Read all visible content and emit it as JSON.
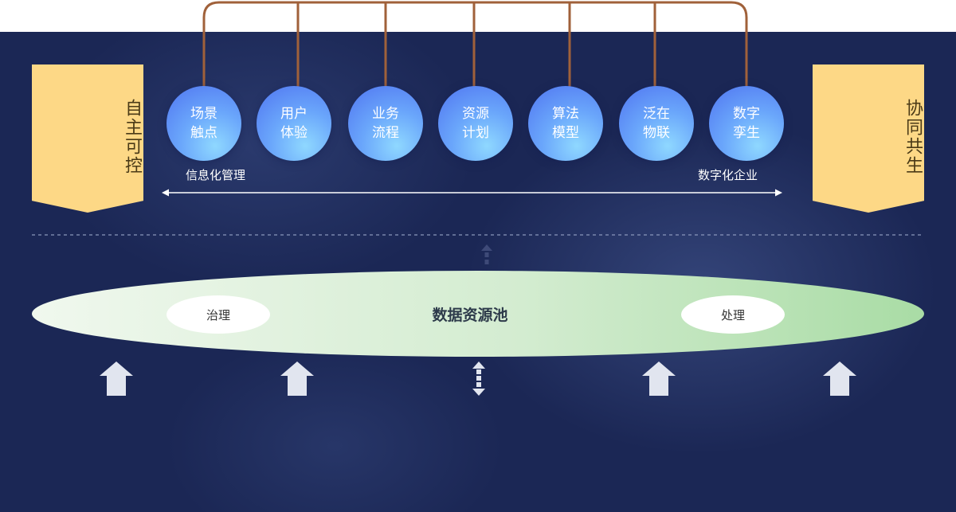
{
  "left_banner": {
    "text": "自主可控"
  },
  "right_banner": {
    "text": "协同共生"
  },
  "capabilities": [
    {
      "line1": "场景",
      "line2": "触点"
    },
    {
      "line1": "用户",
      "line2": "体验"
    },
    {
      "line1": "业务",
      "line2": "流程"
    },
    {
      "line1": "资源",
      "line2": "计划"
    },
    {
      "line1": "算法",
      "line2": "模型"
    },
    {
      "line1": "泛在",
      "line2": "物联"
    },
    {
      "line1": "数字",
      "line2": "孪生"
    }
  ],
  "spectrum": {
    "start_label": "信息化管理",
    "end_label": "数字化企业"
  },
  "data_pool": {
    "title": "数据资源池",
    "left_node": "治理",
    "right_node": "处理"
  },
  "colors": {
    "background": "#1b2755",
    "banner": "#fdd886",
    "connector": "#a0613a",
    "arrow": "#e1e5ef",
    "pool_start": "#f0f8ee",
    "pool_end": "#a9dca5"
  }
}
